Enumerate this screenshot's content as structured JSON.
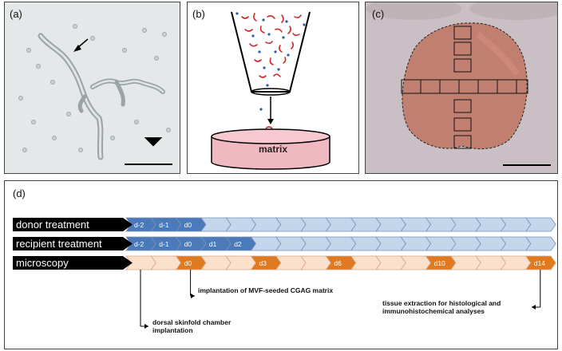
{
  "panels": {
    "a": {
      "label": "(a)"
    },
    "b": {
      "label": "(b)",
      "matrix_label": "matrix"
    },
    "c": {
      "label": "(c)"
    },
    "d": {
      "label": "(d)"
    }
  },
  "timeline": {
    "rows": [
      {
        "label": "donor treatment",
        "highlight": [
          "d-2",
          "d-1",
          "d0"
        ]
      },
      {
        "label": "recipient treatment",
        "highlight": [
          "d-2",
          "d-1",
          "d0",
          "d1",
          "d2"
        ]
      },
      {
        "label": "microscopy",
        "highlight": [
          "d0",
          "d3",
          "d6",
          "d10",
          "d14"
        ]
      }
    ],
    "notes": {
      "implantation_matrix": "implantation of MVF-seeded CGAG matrix",
      "chamber": "dorsal skinfold chamber implantation",
      "extraction": "tissue extraction for histological and immunohistochemical analyses"
    },
    "colors": {
      "dark_blue": "#4a7ab9",
      "light_blue": "#c4d6ec",
      "orange": "#e07a21",
      "peach": "#fbe0cb"
    }
  }
}
